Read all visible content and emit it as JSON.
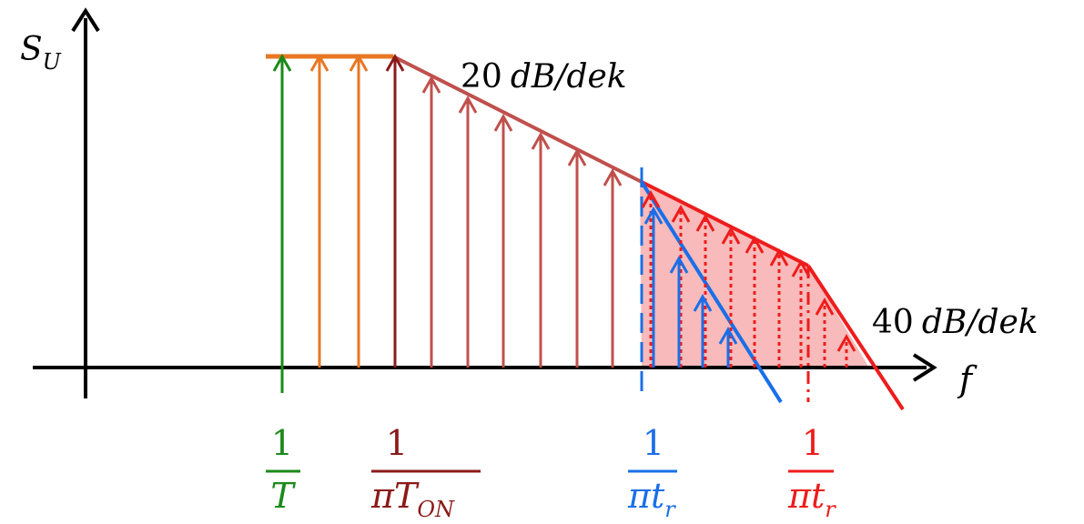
{
  "axes": {
    "y_label_main": "S",
    "y_label_sub": "U",
    "x_label": "f"
  },
  "annotations": {
    "slope_20": {
      "number": "20",
      "unit": "dB/dek"
    },
    "slope_40": {
      "number": "40",
      "unit": "dB/dek"
    }
  },
  "tick_labels": [
    {
      "numerator": "1",
      "denominator_main": "T",
      "denominator_prefix": "",
      "denominator_sub": "",
      "color": "#1a8a1a"
    },
    {
      "numerator": "1",
      "denominator_prefix": "π",
      "denominator_main": "T",
      "denominator_sub": "ON",
      "color": "#8b1a1a"
    },
    {
      "numerator": "1",
      "denominator_prefix": "π",
      "denominator_main": "t",
      "denominator_sub": "r",
      "color": "#1a6fe8"
    },
    {
      "numerator": "1",
      "denominator_prefix": "π",
      "denominator_main": "t",
      "denominator_sub": "r",
      "color": "#ee1c1c"
    }
  ],
  "colors": {
    "axis": "#000000",
    "green": "#1a8a1a",
    "orange": "#e87722",
    "dark_red": "#8b1a1a",
    "muted_red": "#c0504d",
    "blue": "#1a6fe8",
    "red": "#ee1c1c",
    "red_fill": "#f7b3b3"
  }
}
